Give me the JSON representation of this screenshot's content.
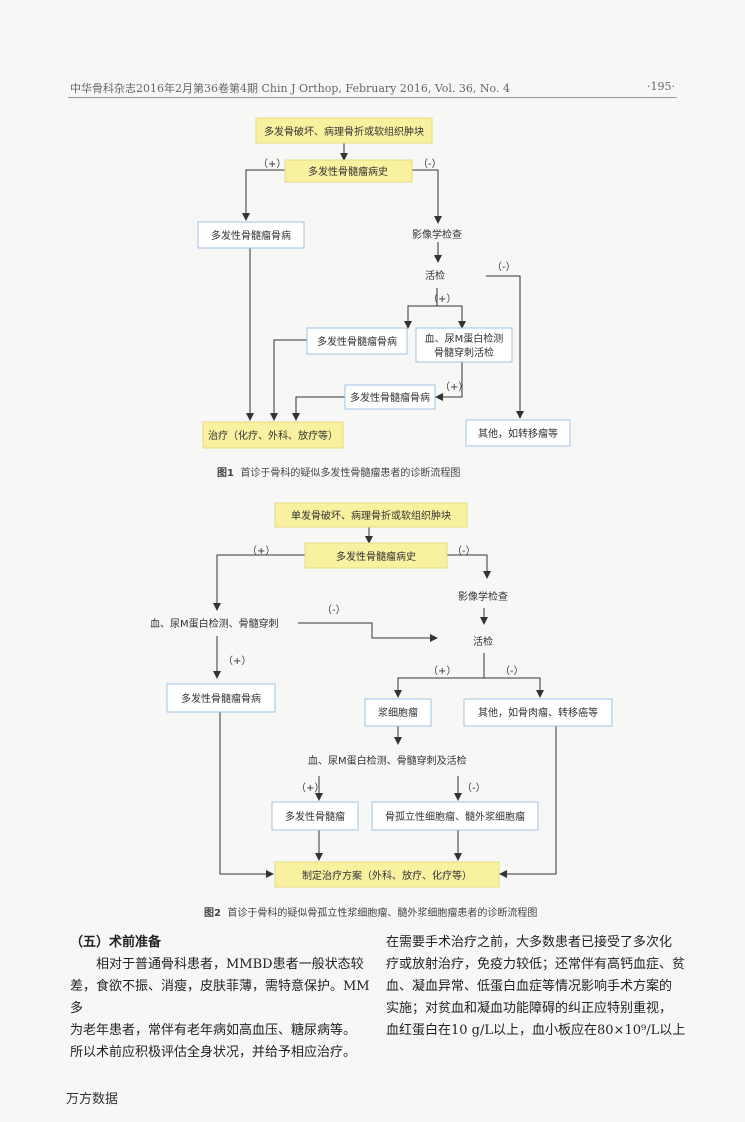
{
  "header": {
    "journal": "中华骨科杂志2016年2月第36卷第4期 Chin J Orthop, February 2016, Vol. 36, No. 4",
    "page": "·195·"
  },
  "figure1": {
    "caption_label": "图1",
    "caption_text": "首诊于骨科的疑似多发性骨髓瘤患者的诊断流程图",
    "nodes": {
      "start": "多发骨破坏、病理骨折或软组织肿块",
      "history": "多发性骨髓瘤病史",
      "mmbd_left": "多发性骨髓瘤骨病",
      "imaging": "影像学检查",
      "biopsy": "活检",
      "mmbd_mid": "多发性骨髓瘤骨病",
      "blood_test_l1": "血、尿M蛋白检测",
      "blood_test_l2": "骨髓穿刺活检",
      "mmbd_low": "多发性骨髓瘤骨病",
      "treatment": "治疗（化疗、外科、放疗等）",
      "other": "其他，如转移瘤等"
    },
    "labels": {
      "pos": "（+）",
      "neg": "（-）"
    }
  },
  "figure2": {
    "caption_label": "图2",
    "caption_text": "首诊于骨科的疑似骨孤立性浆细胞瘤、髓外浆细胞瘤患者的诊断流程图",
    "nodes": {
      "start": "单发骨破坏、病理骨折或软组织肿块",
      "history": "多发性骨髓瘤病史",
      "imaging": "影像学检查",
      "blood_test": "血、尿M蛋白检测、骨髓穿刺",
      "biopsy": "活检",
      "mmbd_left": "多发性骨髓瘤骨病",
      "plasmacytoma": "浆细胞瘤",
      "other": "其他，如骨肉瘤、转移癌等",
      "blood_test2": "血、尿M蛋白检测、骨髓穿刺及活检",
      "mm": "多发性骨髓瘤",
      "solitary": "骨孤立性细胞瘤、髓外浆细胞瘤",
      "treatment": "制定治疗方案（外科、放疗、化疗等）"
    },
    "labels": {
      "pos": "（+）",
      "neg": "（-）"
    }
  },
  "body": {
    "section_title": "（五）术前准备",
    "col1": [
      "相对于普通骨科患者，MMBD患者一般状态较",
      "差，食欲不振、消瘦，皮肤菲薄，需特意保护。MM多",
      "为老年患者，常伴有老年病如高血压、糖尿病等。",
      "所以术前应积极评估全身状况，并给予相应治疗。"
    ],
    "col2": [
      "在需要手术治疗之前，大多数患者已接受了多次化",
      "疗或放射治疗，免疫力较低；还常伴有高钙血症、贫",
      "血、凝血异常、低蛋白血症等情况影响手术方案的",
      "实施；对贫血和凝血功能障碍的纠正应特别重视，",
      "血红蛋白在10 g/L以上，血小板应在80×10⁹/L以上"
    ]
  },
  "footer": {
    "watermark": "万方数据"
  },
  "colors": {
    "yellow_box": "#f8f1a0",
    "blue_border": "#9fc3e4",
    "line": "#333333"
  }
}
